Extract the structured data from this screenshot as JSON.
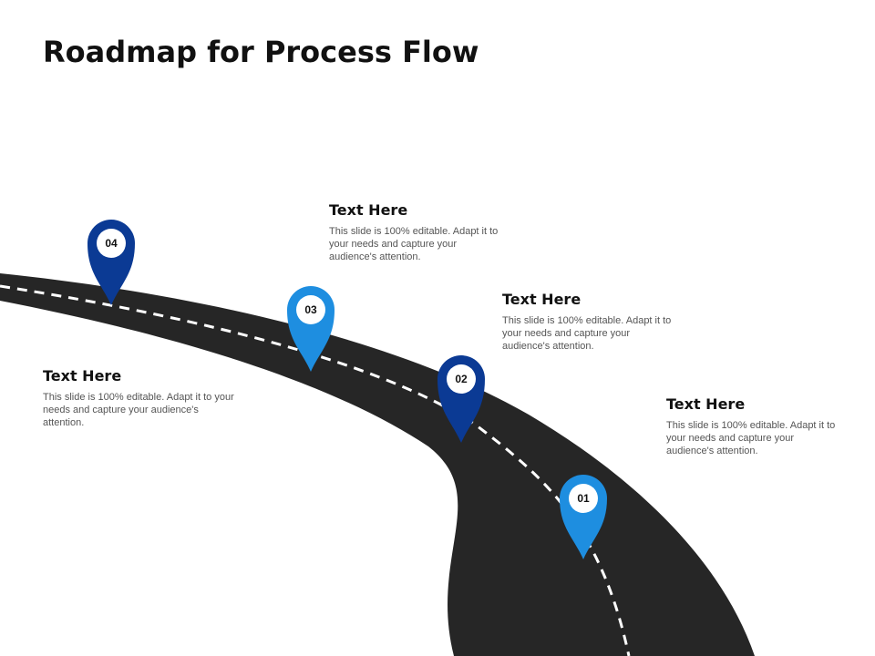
{
  "title": "Roadmap for Process Flow",
  "colors": {
    "road": "#262626",
    "road_marking": "#ffffff",
    "pin_dark_blue": "#0b3a94",
    "pin_light_blue": "#1e8ee0",
    "heading_text": "#111111",
    "body_text": "#555555"
  },
  "milestones": [
    {
      "number": "01",
      "pin_color": "light-blue",
      "heading": "Text Here",
      "body": "This slide is 100% editable. Adapt it to your needs and capture your audience's attention."
    },
    {
      "number": "02",
      "pin_color": "dark-blue",
      "heading": "Text Here",
      "body": "This slide is 100% editable. Adapt it to your needs and capture your audience's attention."
    },
    {
      "number": "03",
      "pin_color": "light-blue",
      "heading": "Text Here",
      "body": "This slide is 100% editable. Adapt it to your needs and capture your audience's attention."
    },
    {
      "number": "04",
      "pin_color": "dark-blue",
      "heading": "Text Here",
      "body": "This slide is 100% editable. Adapt it to your needs and capture your audience's attention."
    }
  ]
}
